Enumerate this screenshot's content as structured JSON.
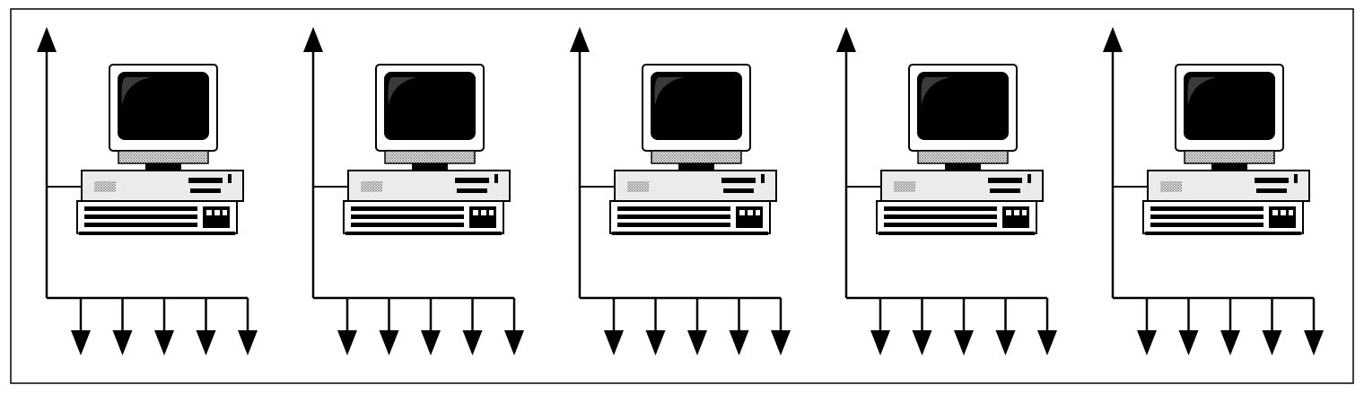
{
  "diagram": {
    "stations": [
      {
        "role": "computer",
        "outputs": 5
      },
      {
        "role": "computer",
        "outputs": 5
      },
      {
        "role": "computer",
        "outputs": 5
      },
      {
        "role": "computer",
        "outputs": 5
      },
      {
        "role": "computer",
        "outputs": 5
      }
    ],
    "icons": {
      "station": "desktop-computer-icon",
      "uplink": "arrow-up-icon",
      "output": "arrow-down-icon"
    },
    "colors": {
      "line": "#000000",
      "frame": "#000000",
      "monitor_screen": "#000000",
      "screen_highlight": "#3a3a3a",
      "case_fill": "#ebebeb",
      "dither": "#7a7a7a",
      "background": "#ffffff"
    }
  }
}
